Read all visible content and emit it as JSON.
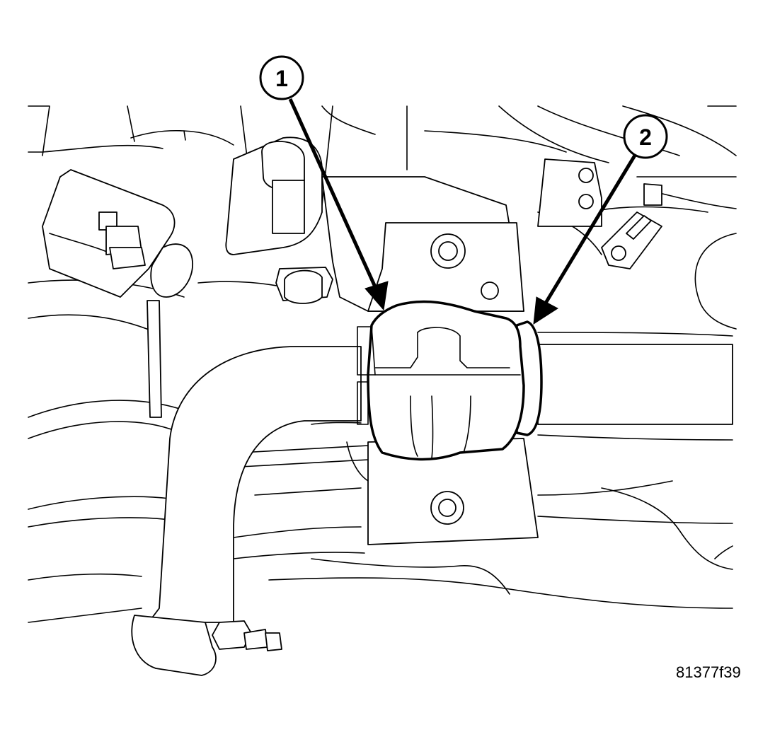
{
  "callouts": [
    {
      "label": "1",
      "target": "bushing"
    },
    {
      "label": "2",
      "target": "bushing-flange"
    }
  ],
  "figure_id": "81377f39"
}
